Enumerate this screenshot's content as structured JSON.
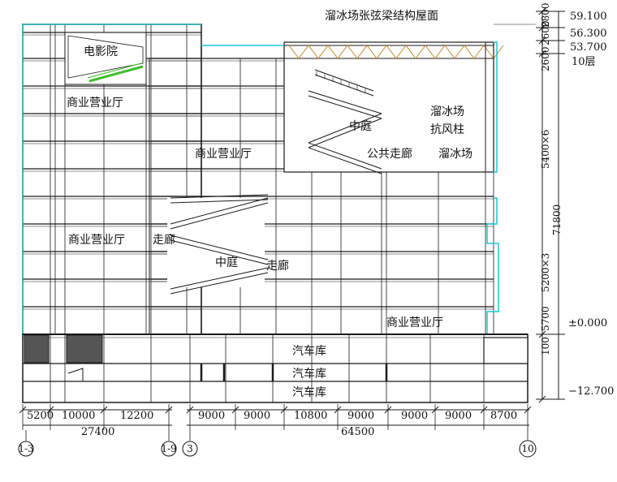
{
  "labels": {
    "roof": "溜冰场张弦梁结构屋面",
    "cinema": "电影院",
    "hall_a": "商业营业厅",
    "hall_b": "商业营业厅",
    "hall_c": "商业营业厅",
    "hall_d": "商业营业厅",
    "atrium_top": "中庭",
    "atrium_bottom": "中庭",
    "rink_a": "溜冰场",
    "wind_col": "抗风柱",
    "corridor_public": "公共走廊",
    "rink_b": "溜冰场",
    "corridor_a": "走廊",
    "corridor_b": "走廊",
    "garage_a": "汽车库",
    "garage_b": "汽车库",
    "garage_c": "汽车库"
  },
  "elevations": [
    "59.100",
    "56.300",
    "53.700",
    "10层",
    "±0.000",
    "−12.700"
  ],
  "vertical_dims": [
    "2800",
    "2600",
    "2600",
    "5400×6",
    "71800",
    "5200×3",
    "5700",
    "100"
  ],
  "bottom_dims_left": [
    "5200",
    "10000",
    "12200"
  ],
  "total_left": "27400",
  "bottom_dims_right": [
    "9000",
    "9000",
    "10800",
    "9000",
    "9000",
    "9000",
    "8700"
  ],
  "total_right": "64500",
  "axes": [
    "1-3",
    "1-9",
    "3",
    "10"
  ],
  "colors": {
    "line": "#1a1a1a",
    "cyan": "#19c7d6",
    "truss": "#c8852a",
    "green": "#3fbf2a",
    "fill": "#555555"
  }
}
